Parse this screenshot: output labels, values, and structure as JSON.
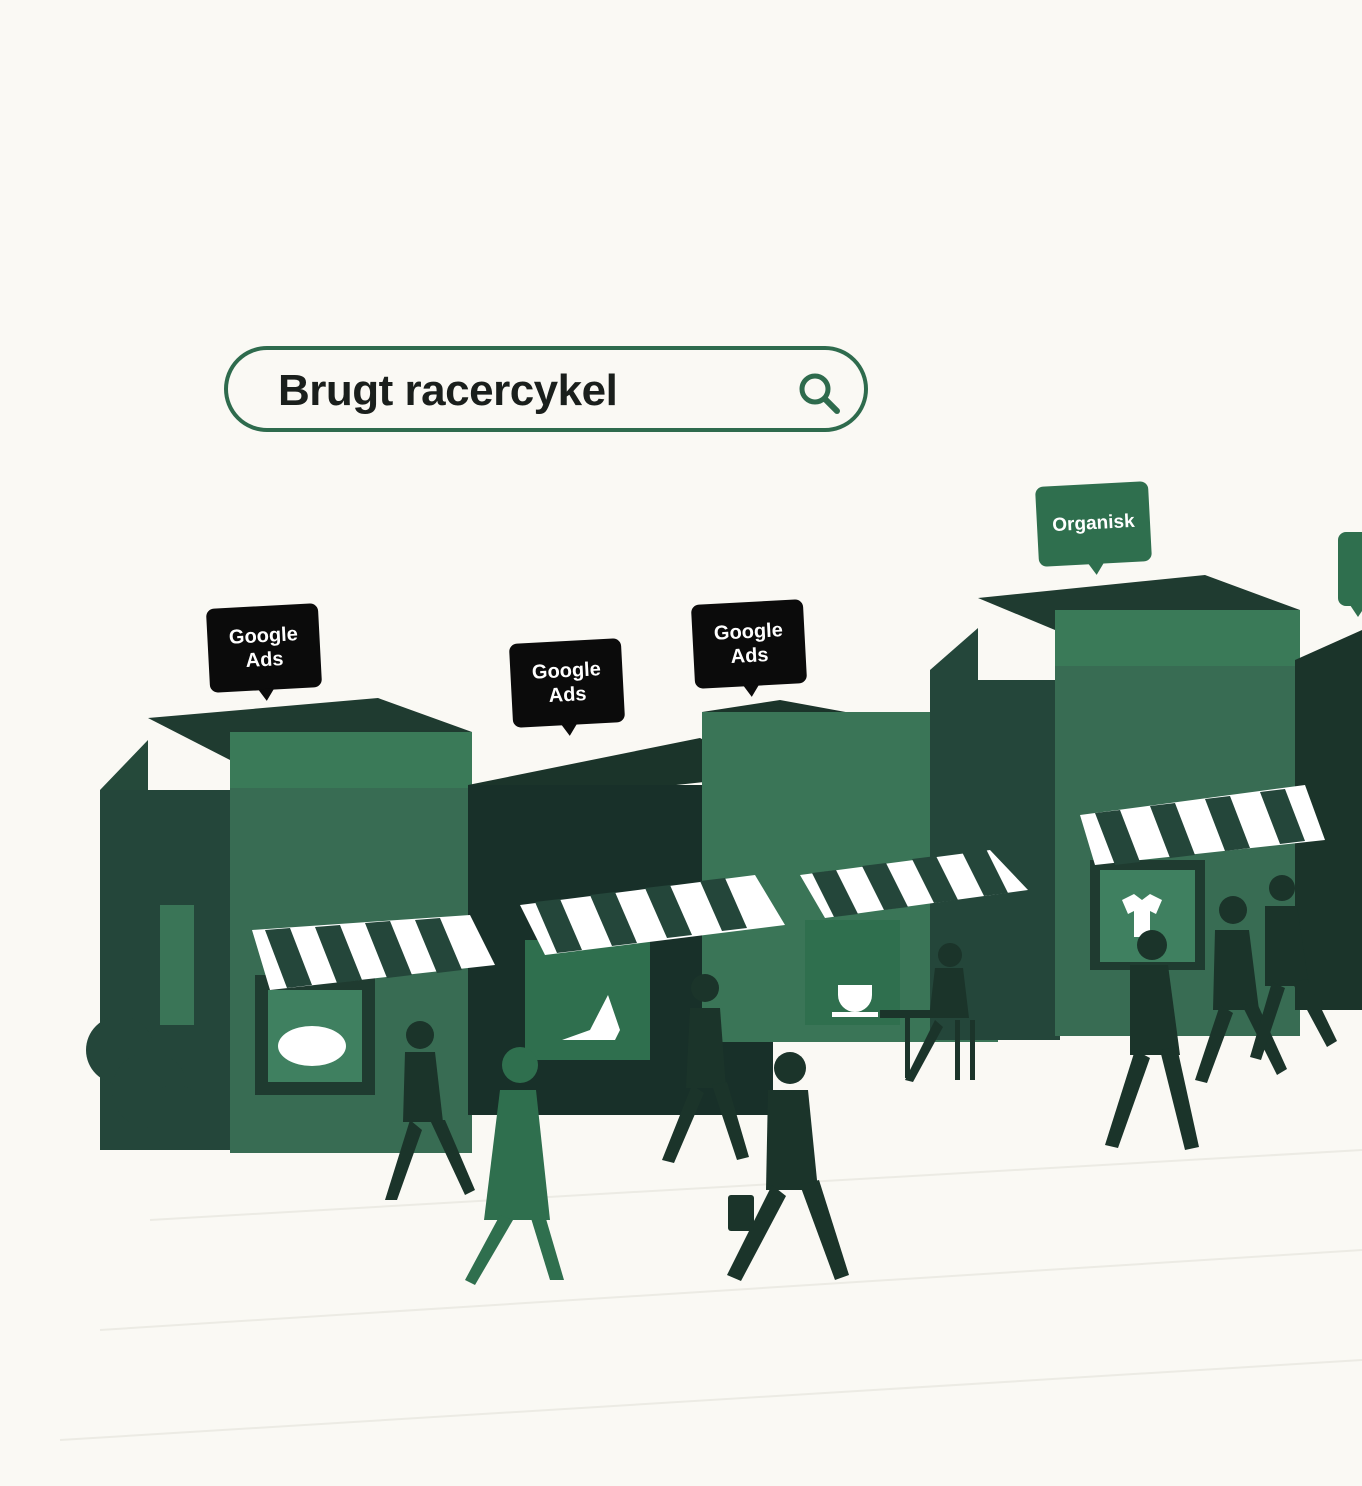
{
  "search": {
    "query": "Brugt racercykel"
  },
  "tags": {
    "ads_1": {
      "line1": "Google",
      "line2": "Ads"
    },
    "ads_2": {
      "line1": "Google",
      "line2": "Ads"
    },
    "ads_3": {
      "line1": "Google",
      "line2": "Ads"
    },
    "organic": "Organisk"
  },
  "colors": {
    "background": "#faf9f4",
    "dark_green": "#1b342a",
    "mid_green": "#2f6f4e",
    "shop_green": "#386c53",
    "ad_tag": "#0b0b0b"
  }
}
